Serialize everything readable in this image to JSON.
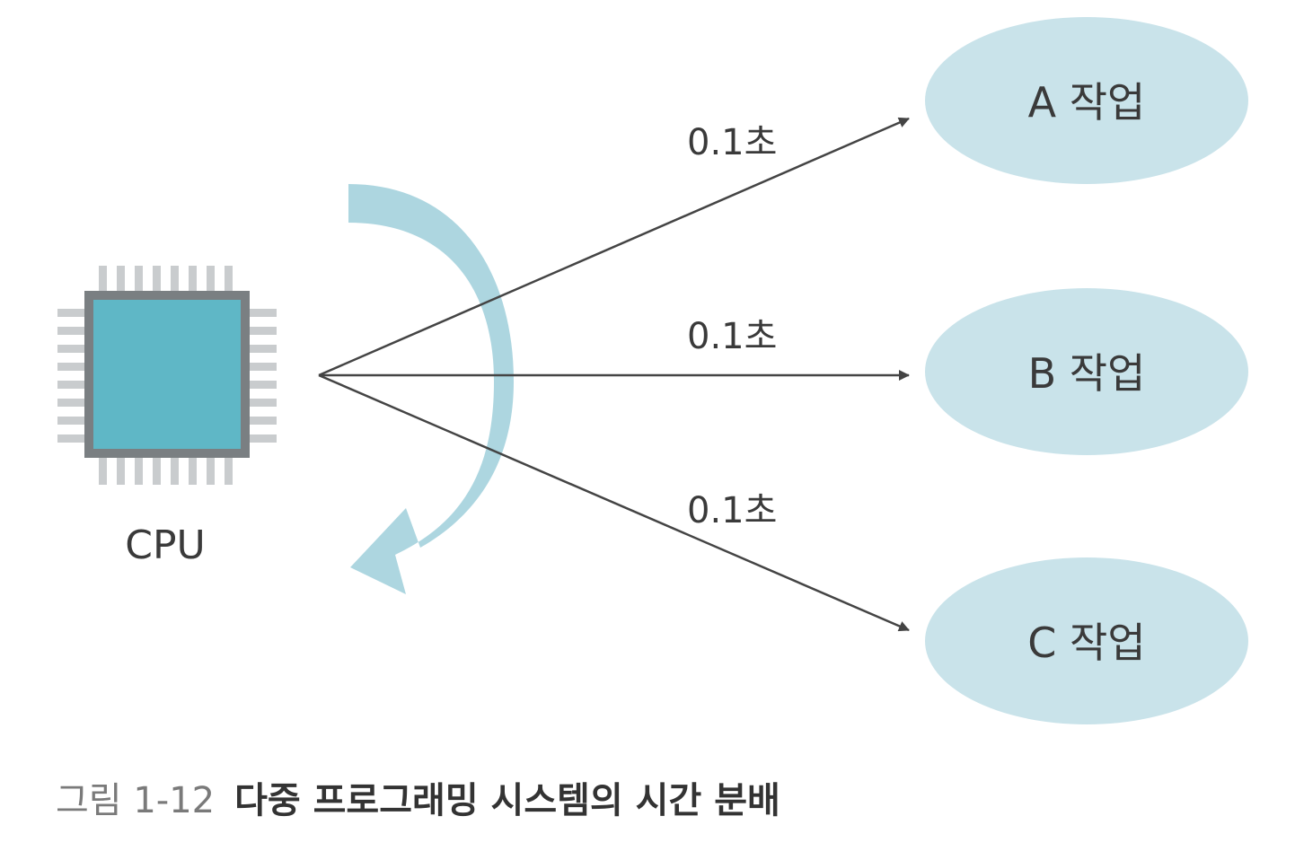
{
  "cpu": {
    "label": "CPU",
    "colors": {
      "core": "#5fb7c6",
      "frame": "#7a7f82",
      "pins": "#c9ccce"
    }
  },
  "edges": [
    {
      "label": "0.1초",
      "target": "A 작업"
    },
    {
      "label": "0.1초",
      "target": "B 작업"
    },
    {
      "label": "0.1초",
      "target": "C 작업"
    }
  ],
  "tasks": [
    {
      "label": "A 작업"
    },
    {
      "label": "B 작업"
    },
    {
      "label": "C 작업"
    }
  ],
  "rotation_arrow": {
    "color": "#a9d4de",
    "meaning": "round-robin rotation"
  },
  "colors": {
    "task_fill": "#c9e3ea",
    "arrow_line": "#444444",
    "text": "#3a3a3a"
  },
  "caption": {
    "number": "그림 1-12",
    "title": "다중 프로그래밍 시스템의 시간 분배"
  }
}
